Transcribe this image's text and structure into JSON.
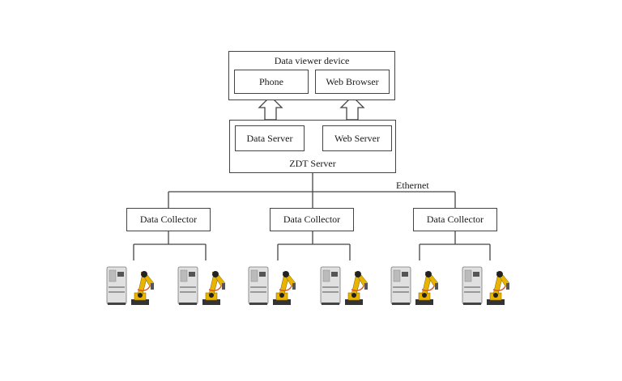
{
  "viewer": {
    "title": "Data viewer device",
    "phone": "Phone",
    "browser": "Web Browser"
  },
  "server": {
    "title": "ZDT Server",
    "data_server": "Data Server",
    "web_server": "Web Server"
  },
  "network": {
    "label": "Ethernet"
  },
  "collectors": [
    {
      "label": "Data Collector"
    },
    {
      "label": "Data Collector"
    },
    {
      "label": "Data Collector"
    }
  ],
  "robots": [
    {
      "icon": "robot-controller-icon"
    },
    {
      "icon": "robot-controller-icon"
    },
    {
      "icon": "robot-controller-icon"
    },
    {
      "icon": "robot-controller-icon"
    },
    {
      "icon": "robot-controller-icon"
    },
    {
      "icon": "robot-controller-icon"
    }
  ],
  "colors": {
    "line": "#444444",
    "robot_yellow": "#e8b400",
    "cabinet": "#e0e0e0"
  }
}
